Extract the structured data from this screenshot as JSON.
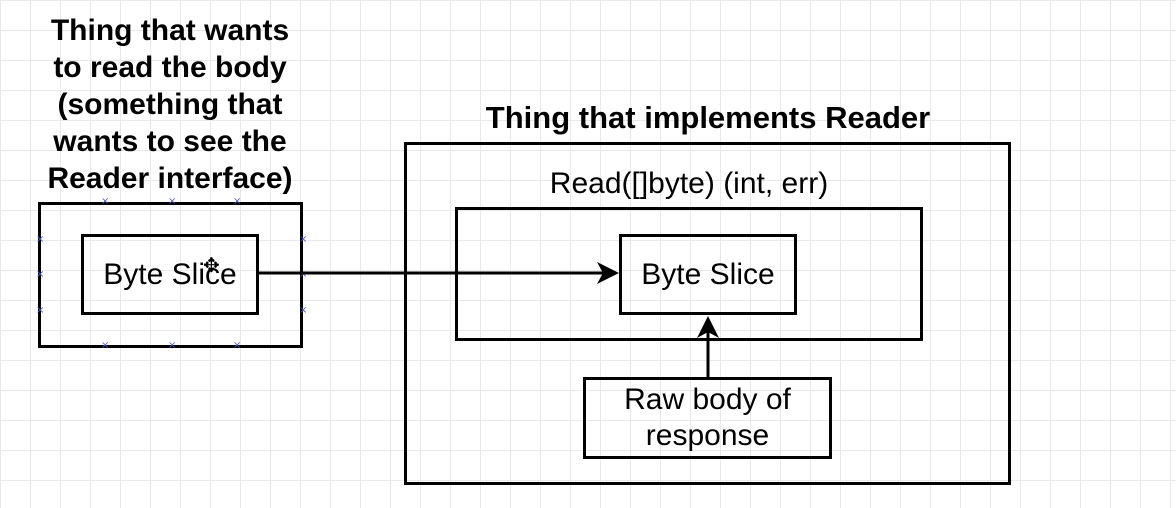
{
  "left": {
    "title_lines": [
      "Thing that wants",
      "to read the body",
      "(something that",
      "wants to see the",
      "Reader interface)"
    ],
    "byte_slice_label": "Byte Slice"
  },
  "right": {
    "title": "Thing that implements Reader",
    "read_signature": "Read([]byte) (int, err)",
    "byte_slice_label": "Byte Slice",
    "raw_body_lines": [
      "Raw body of",
      "response"
    ]
  },
  "colors": {
    "stroke": "#000000",
    "grid": "#e9e9e9",
    "selection_handle": "#4a57c9"
  },
  "icons": {
    "cursor": "move-cursor-icon"
  }
}
